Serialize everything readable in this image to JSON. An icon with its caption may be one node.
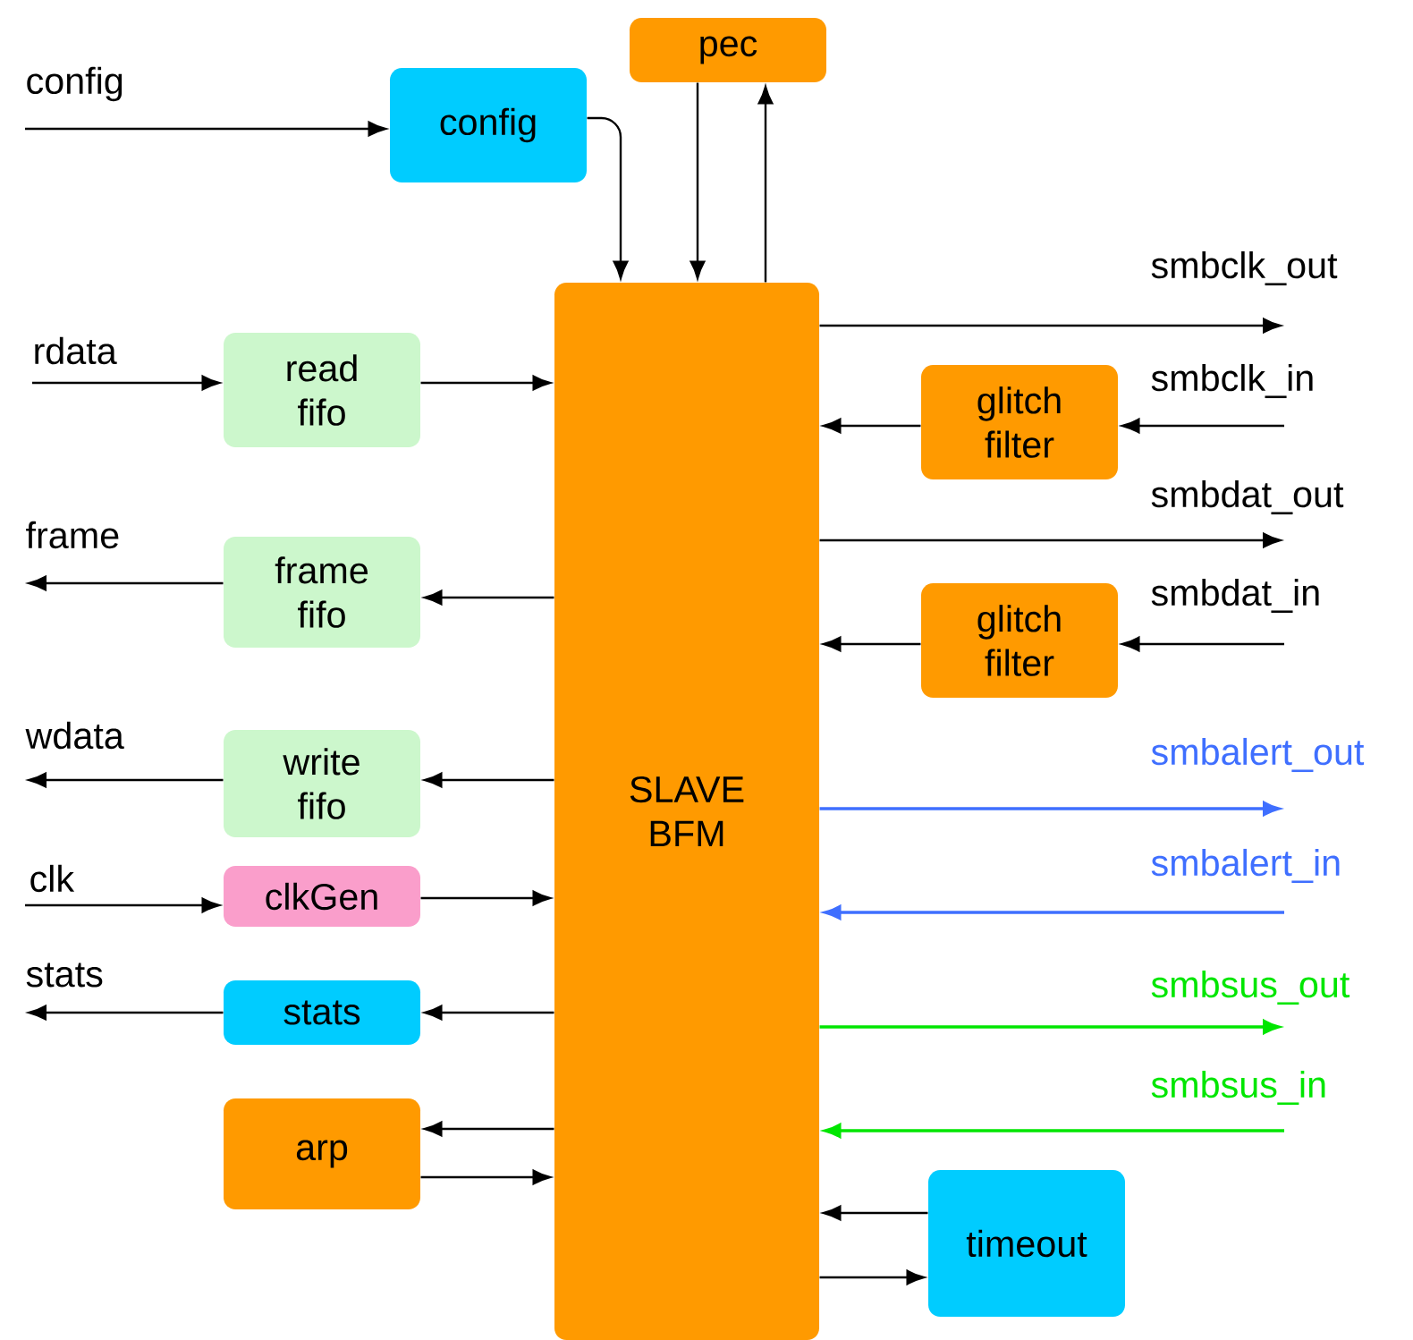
{
  "diagram": {
    "nodes": [
      {
        "text": [
          "SLAVE BFM"
        ]
      },
      {
        "text": [
          "config"
        ]
      },
      {
        "text": [
          "pec"
        ]
      },
      {
        "text": [
          "read fifo"
        ]
      },
      {
        "text": [
          "frame fifo"
        ]
      },
      {
        "text": [
          "write fifo"
        ]
      },
      {
        "text": [
          "clkGen"
        ]
      },
      {
        "text": [
          "stats"
        ]
      },
      {
        "text": [
          "arp"
        ]
      },
      {
        "text": [
          "glitch filter"
        ]
      },
      {
        "text": [
          "glitch filter"
        ]
      },
      {
        "text": [
          "timeout"
        ]
      }
    ],
    "edges": [
      {
        "from": null,
        "to": 1,
        "arrow": "to",
        "label": "config"
      },
      {
        "from": 1,
        "to": 0,
        "arrow": "to"
      },
      {
        "from": 2,
        "to": 0,
        "arrow": "to"
      },
      {
        "from": 0,
        "to": 2,
        "arrow": "to"
      },
      {
        "from": null,
        "to": 3,
        "arrow": "to",
        "label": "rdata"
      },
      {
        "from": 3,
        "to": 0,
        "arrow": "to"
      },
      {
        "from": 0,
        "to": 4,
        "arrow": "to"
      },
      {
        "from": 4,
        "to": null,
        "arrow": "to",
        "label": "frame"
      },
      {
        "from": 0,
        "to": 5,
        "arrow": "to"
      },
      {
        "from": 5,
        "to": null,
        "arrow": "to",
        "label": "wdata"
      },
      {
        "from": null,
        "to": 6,
        "arrow": "to",
        "label": "clk"
      },
      {
        "from": 6,
        "to": 0,
        "arrow": "to"
      },
      {
        "from": 0,
        "to": 7,
        "arrow": "to"
      },
      {
        "from": 7,
        "to": null,
        "arrow": "to",
        "label": "stats"
      },
      {
        "from": 0,
        "to": 8,
        "arrow": "to"
      },
      {
        "from": 8,
        "to": 0,
        "arrow": "to"
      },
      {
        "from": 0,
        "to": null,
        "arrow": "to",
        "label": "smbclk_out"
      },
      {
        "from": null,
        "to": 9,
        "arrow": "to",
        "label": "smbclk_in"
      },
      {
        "from": 9,
        "to": 0,
        "arrow": "to"
      },
      {
        "from": 0,
        "to": null,
        "arrow": "to",
        "label": "smbdat_out"
      },
      {
        "from": null,
        "to": 10,
        "arrow": "to",
        "label": "smbdat_in"
      },
      {
        "from": 10,
        "to": 0,
        "arrow": "to"
      },
      {
        "from": 0,
        "to": null,
        "arrow": "to",
        "label": "smbalert_out",
        "color": "#3f6fff"
      },
      {
        "from": null,
        "to": 0,
        "arrow": "to",
        "label": "smbalert_in",
        "color": "#3f6fff"
      },
      {
        "from": 0,
        "to": null,
        "arrow": "to",
        "label": "smbsus_out",
        "color": "#00e600"
      },
      {
        "from": null,
        "to": 0,
        "arrow": "to",
        "label": "smbsus_in",
        "color": "#00e600"
      },
      {
        "from": 11,
        "to": 0,
        "arrow": "to"
      },
      {
        "from": 0,
        "to": 11,
        "arrow": "to"
      }
    ]
  }
}
